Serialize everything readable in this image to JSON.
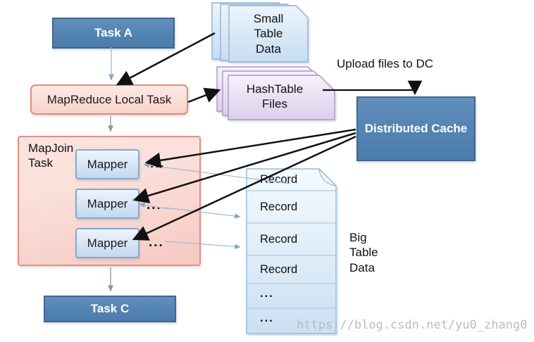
{
  "nodes": {
    "task_a": {
      "label": "Task A"
    },
    "small_table": {
      "label": "Small Table Data"
    },
    "local_task": {
      "label": "MapReduce Local Task"
    },
    "hashtable": {
      "label": "HashTable Files"
    },
    "upload": {
      "label": "Upload files to DC"
    },
    "distributed_cache": {
      "label": "Distributed Cache"
    },
    "mapjoin": {
      "label": "MapJoin Task"
    },
    "mappers": [
      "Mapper",
      "Mapper",
      "Mapper"
    ],
    "mapper_dots": [
      "...",
      "...",
      "..."
    ],
    "task_c": {
      "label": "Task C"
    },
    "big_table": {
      "label": "Big Table Data"
    },
    "records": [
      "Record",
      "Record",
      "Record",
      "Record",
      "...",
      "..."
    ]
  },
  "watermark": {
    "text": "https://blog.csdn.net/yu0_zhang0"
  },
  "colors": {
    "steel_blue_fill": "#5586b4",
    "steel_blue_border": "#40658c",
    "pink_fill": "#f8d2ca",
    "pink_border": "#e08c7d",
    "mapper_fill": "#d6e6f6",
    "mapper_border": "#84a9cd",
    "small_table_fill": "#d9e9f8",
    "small_table_border": "#8fb3d3",
    "hashtable_fill": "#e4daf1",
    "hashtable_border": "#a79bc4",
    "record_fill": "#d9e9f8",
    "record_border": "#97badb",
    "arrow_black": "#111111",
    "arrow_blue": "#7fa7c9",
    "arrow_gray": "#8e959c",
    "watermark_gray": "#b2b9c6"
  }
}
